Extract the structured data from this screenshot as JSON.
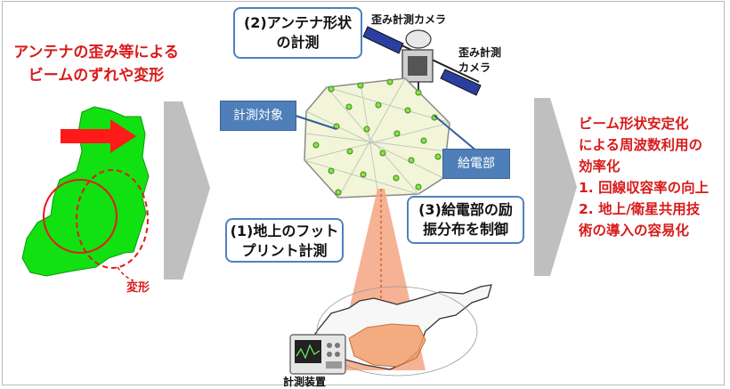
{
  "left_caption": [
    "アンテナの歪み等による",
    "ビームのずれや変形"
  ],
  "deform_label": "変形",
  "step2_label": [
    "(2)アンテナ形状",
    "の計測"
  ],
  "camera_label_1": "歪み計測カメラ",
  "camera_label_2": [
    "歪み計測",
    "カメラ"
  ],
  "target_label": "計測対象",
  "feed_label": "給電部",
  "step3_label": [
    "(3)給電部の励",
    "振分布を制御"
  ],
  "step1_label": [
    "(1)地上のフット",
    "プリント計測"
  ],
  "device_label": "計測装置",
  "right_caption": [
    "ビーム形状安定化",
    "による周波数利用の",
    "効率化",
    "1. 回線収容率の向上",
    "2. 地上/衛星共用技",
    "術の導入の容易化"
  ],
  "colors": {
    "accent_red": "#d81b1b",
    "box_blue": "#4f81bd",
    "map_green": "#0ddf0d",
    "beam_orange": "#f4a582"
  }
}
